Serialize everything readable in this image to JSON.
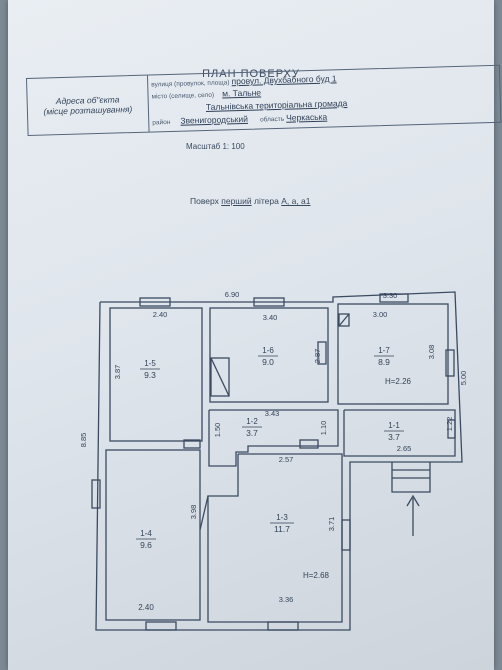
{
  "title": "ПЛАН  ПОВЕРХУ",
  "address": {
    "label_line1": "Адреса об\"єкта",
    "label_line2": "(місце розташування)",
    "row1_hint": "вулиця (провулок, площа)",
    "row1_value": "провул. Двухбабного буд 1",
    "row2_hint": "місто (селище, село)",
    "row2_value": "м. Тальне",
    "row3_value": "Тальнівська територіальна  громада",
    "row4_hint": "район",
    "row4_value": "Звенигородський",
    "row4_hint2": "область",
    "row4_value2": "Черкаська"
  },
  "scale": "Масштаб 1: 100",
  "floor": {
    "prefix": "Поверх",
    "floor_value": "перший",
    "letter_label": "літера",
    "letter_value": "А, а, а1"
  },
  "rooms": [
    {
      "id": "1-1",
      "area": "3.7"
    },
    {
      "id": "1-2",
      "area": "3.7"
    },
    {
      "id": "1-3",
      "area": "11.7"
    },
    {
      "id": "1-4",
      "area": "9.6"
    },
    {
      "id": "1-5",
      "area": "9.3"
    },
    {
      "id": "1-6",
      "area": "9.0"
    },
    {
      "id": "1-7",
      "area": "8.9"
    }
  ],
  "heights": [
    "H=2.26",
    "H=2.68"
  ],
  "dimensions": [
    "6.90",
    "3.30",
    "2.40",
    "3.40",
    "3.00",
    "3.87",
    "2.87",
    "3.08",
    "5.00",
    "8.85",
    "3.43",
    "1.50",
    "1.10",
    "1.22",
    "2.57",
    "2.65",
    "3.98",
    "3.71",
    "2.40",
    "3.36"
  ],
  "colors": {
    "ink": "#33445a",
    "paper": "#e3e8ee"
  }
}
